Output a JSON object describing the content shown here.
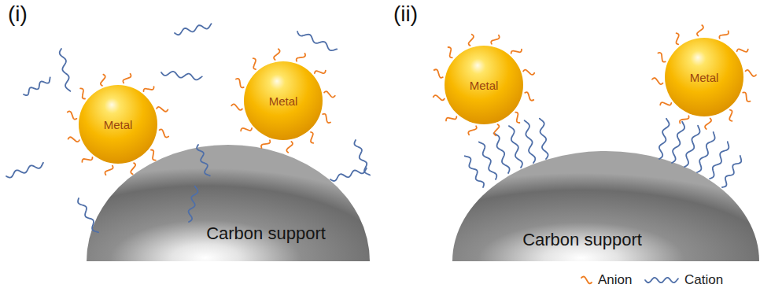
{
  "diagram": {
    "nodes": [
      {
        "text": [
          "Carbon support"
        ]
      },
      {
        "text": [
          "Metal"
        ]
      },
      {
        "text": [
          "Metal"
        ]
      },
      {
        "text": [
          "Carbon support"
        ]
      },
      {
        "text": [
          "Metal"
        ]
      },
      {
        "text": [
          "Metal"
        ]
      }
    ],
    "labels": [
      "(i)",
      "(ii)"
    ],
    "legend": [
      {
        "text": "Anion"
      },
      {
        "text": "Cation"
      }
    ]
  }
}
